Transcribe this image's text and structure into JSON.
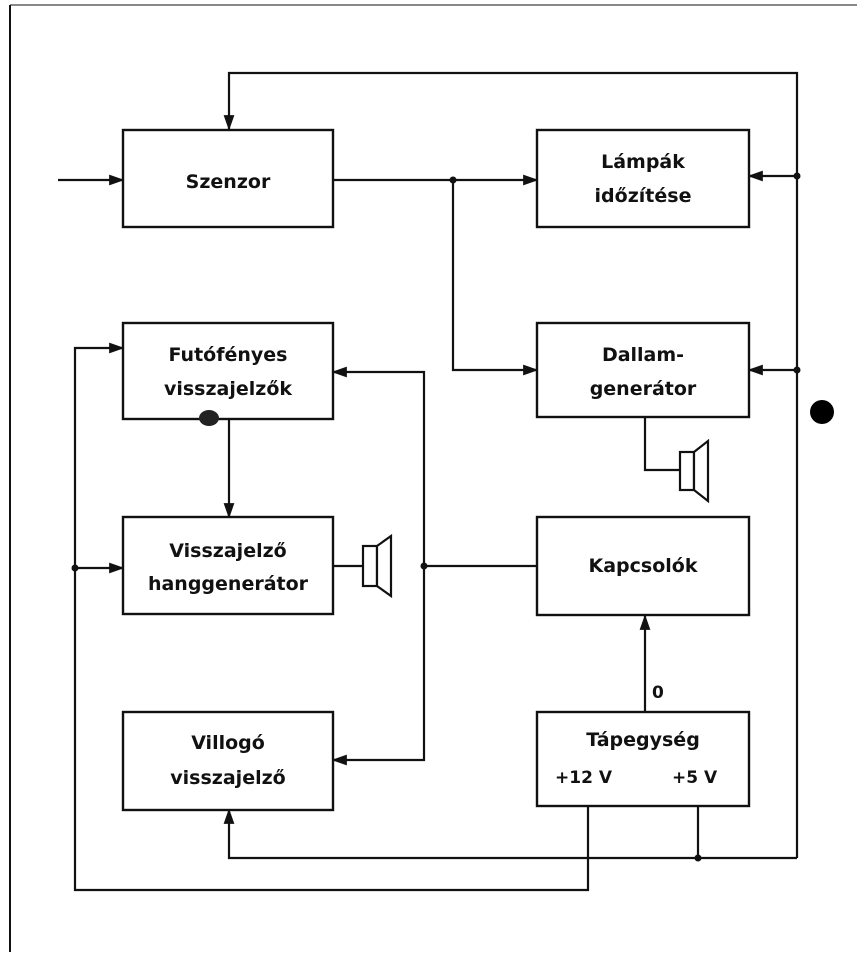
{
  "blocks": {
    "szenzor": {
      "lines": [
        "Szenzor"
      ]
    },
    "lampak": {
      "lines": [
        "Lámpák",
        "időzítése"
      ]
    },
    "futofenyes": {
      "lines": [
        "Futófényes",
        "visszajelzők"
      ]
    },
    "dallam": {
      "lines": [
        "Dallam-",
        "generátor"
      ]
    },
    "hanggen": {
      "lines": [
        "Visszajelző",
        "hanggenerátor"
      ]
    },
    "kapcsolok": {
      "lines": [
        "Kapcsolók"
      ]
    },
    "villogo": {
      "lines": [
        "Villogó",
        "visszajelző"
      ]
    },
    "tapegyseg": {
      "lines": [
        "Tápegység"
      ],
      "out_12v": "+12 V",
      "out_5v": "+5 V"
    }
  },
  "labels": {
    "zero": "0"
  }
}
